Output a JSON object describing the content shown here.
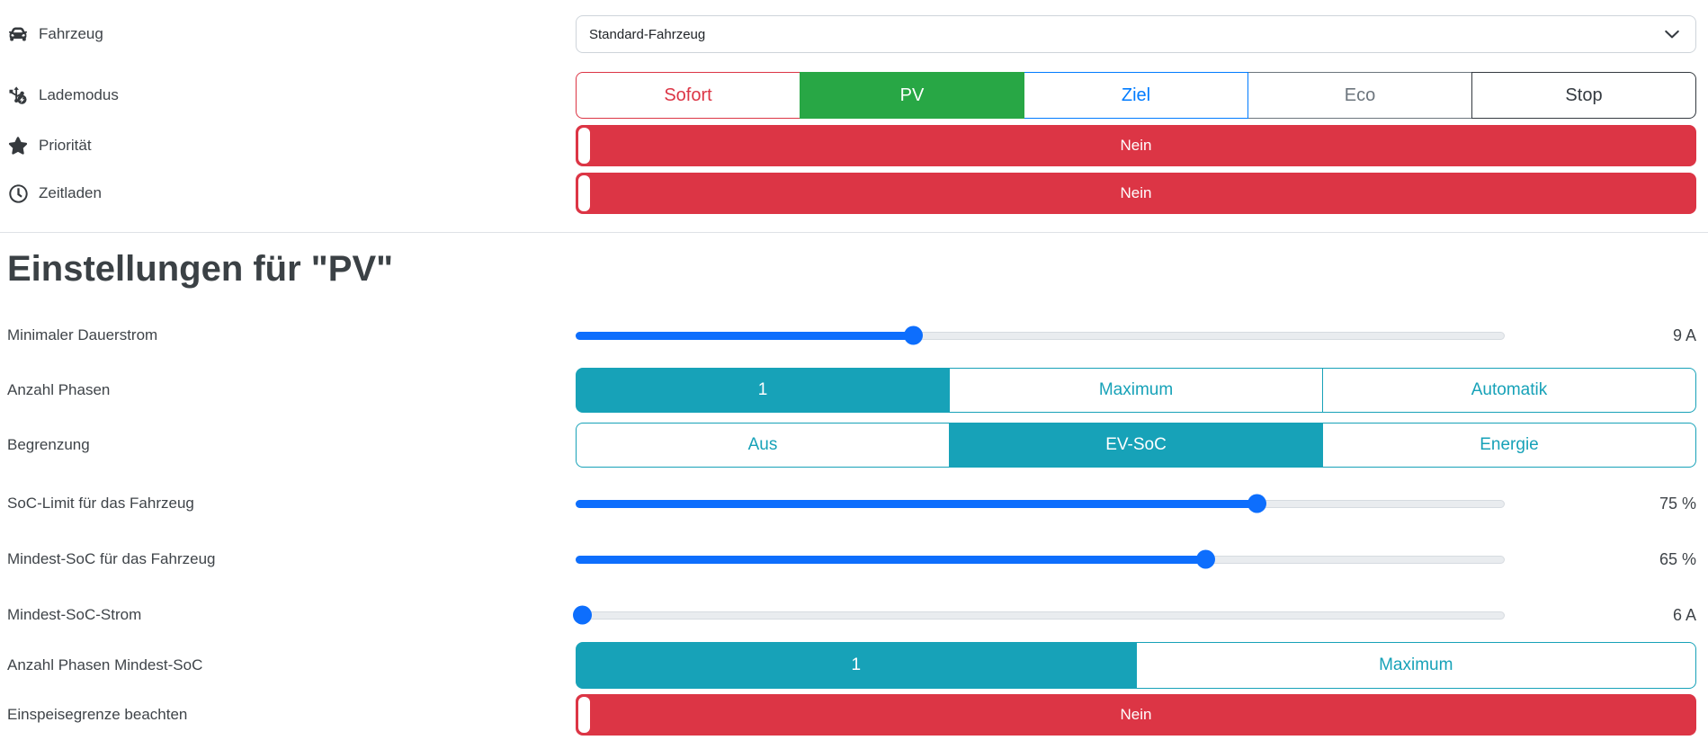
{
  "vehicle_row": {
    "label": "Fahrzeug",
    "selected_vehicle": "Standard-Fahrzeug"
  },
  "charge_mode_row": {
    "label": "Lademodus",
    "selected": "PV",
    "modes": [
      {
        "label": "Sofort"
      },
      {
        "label": "PV"
      },
      {
        "label": "Ziel"
      },
      {
        "label": "Eco"
      },
      {
        "label": "Stop"
      }
    ]
  },
  "priority_row": {
    "label": "Priorität",
    "value": "Nein"
  },
  "time_charge_row": {
    "label": "Zeitladen",
    "value": "Nein"
  },
  "section_title": "Einstellungen für \"PV\"",
  "settings": {
    "min_current": {
      "label": "Minimaler Dauerstrom",
      "value": "9 A",
      "percent": 36.5
    },
    "phases": {
      "label": "Anzahl Phasen",
      "selected": "1",
      "options": [
        {
          "label": "1"
        },
        {
          "label": "Maximum"
        },
        {
          "label": "Automatik"
        }
      ]
    },
    "limit_mode": {
      "label": "Begrenzung",
      "selected": "EV-SoC",
      "options": [
        {
          "label": "Aus"
        },
        {
          "label": "EV-SoC"
        },
        {
          "label": "Energie"
        }
      ]
    },
    "soc_limit": {
      "label": "SoC-Limit für das Fahrzeug",
      "value": "75 %",
      "percent": 73.5
    },
    "min_soc": {
      "label": "Mindest-SoC für das Fahrzeug",
      "value": "65 %",
      "percent": 68
    },
    "min_soc_current": {
      "label": "Mindest-SoC-Strom",
      "value": "6 A",
      "percent": 0.8
    },
    "phases_min_soc": {
      "label": "Anzahl Phasen Mindest-SoC",
      "selected": "1",
      "options": [
        {
          "label": "1"
        },
        {
          "label": "Maximum"
        }
      ]
    },
    "feed_in_limit": {
      "label": "Einspeisegrenze beachten",
      "value": "Nein"
    }
  },
  "colors": {
    "danger": "#dc3545",
    "success": "#28a745",
    "primary": "#007bff",
    "info": "#17a2b8",
    "secondary": "#6c757d",
    "dark": "#343a40",
    "slider_blue": "#0d6efd"
  }
}
